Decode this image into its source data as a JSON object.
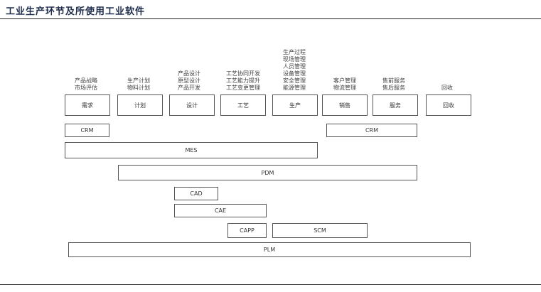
{
  "title": "工业生产环节及所使用工业软件",
  "stages": [
    {
      "label": "需求",
      "desc": "产品战略\n市场评估"
    },
    {
      "label": "计划",
      "desc": "生产计划\n物料计划"
    },
    {
      "label": "设计",
      "desc": "产品设计\n原型设计\n产品开发"
    },
    {
      "label": "工艺",
      "desc": "工艺协同开发\n工艺能力提升\n工艺变更管理"
    },
    {
      "label": "生产",
      "desc": "生产过程\n现场管理\n人员管理\n设备管理\n安全管理\n能源管理"
    },
    {
      "label": "销售",
      "desc": "客户管理\n物流管理"
    },
    {
      "label": "服务",
      "desc": "售前服务\n售后服务"
    },
    {
      "label": "回收",
      "desc": "回收"
    }
  ],
  "software": {
    "crm_left": "CRM",
    "crm_right": "CRM",
    "mes": "MES",
    "pdm": "PDM",
    "cad": "CAD",
    "cae": "CAE",
    "capp": "CAPP",
    "scm": "SCM",
    "plm": "PLM"
  }
}
